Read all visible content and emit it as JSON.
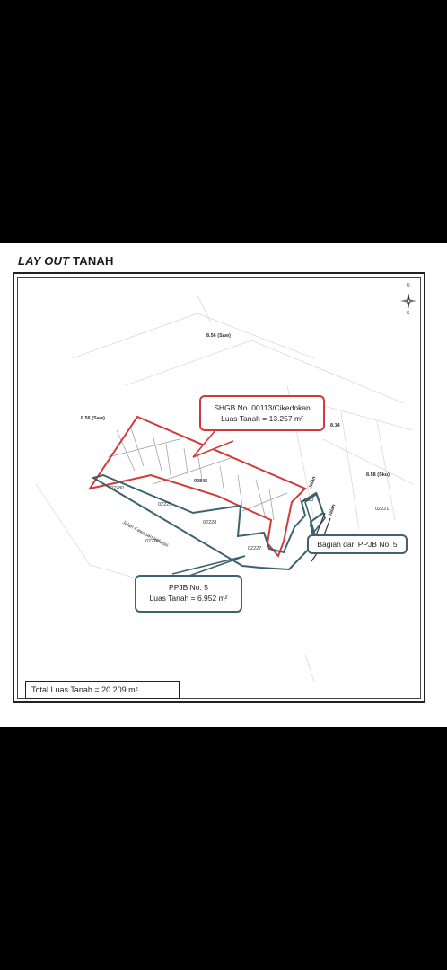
{
  "header": {
    "title_italic": "LAY OUT",
    "title_rest": "TANAH"
  },
  "compass": {
    "north": "U",
    "south": "S"
  },
  "callouts": {
    "shgb": {
      "line1": "SHGB No. 00113/Cikedokan",
      "line2": "Luas Tanah = 13.257 m²",
      "color": "#d23a3a"
    },
    "ppjb": {
      "line1": "PPJB No. 5",
      "line2": "Luas Tanah = 6.952 m²",
      "color": "#3d6270"
    },
    "bagian": {
      "text": "Bagian dari PPJB No. 5"
    }
  },
  "total": {
    "text": "Total Luas Tanah = 20.209 m²"
  },
  "map_labels": {
    "top": "8.56 (Saw)",
    "left": "8.56 (Saw)",
    "right": "8.58 (Sku)",
    "east_num": "8.14",
    "parcel_1": "02780",
    "parcel_2": "02229",
    "parcel_3": "02228",
    "parcel_4": "02845",
    "parcel_5": "02227",
    "parcel_6": "02226",
    "parcel_7": "02223",
    "parcel_8": "02221",
    "road": "Jalan Kawasan Industri",
    "road_east_1": "Jalan",
    "road_east_2": "Jalan"
  },
  "colors": {
    "shgb_outline": "#d23a3a",
    "ppjb_outline": "#3d6270"
  }
}
